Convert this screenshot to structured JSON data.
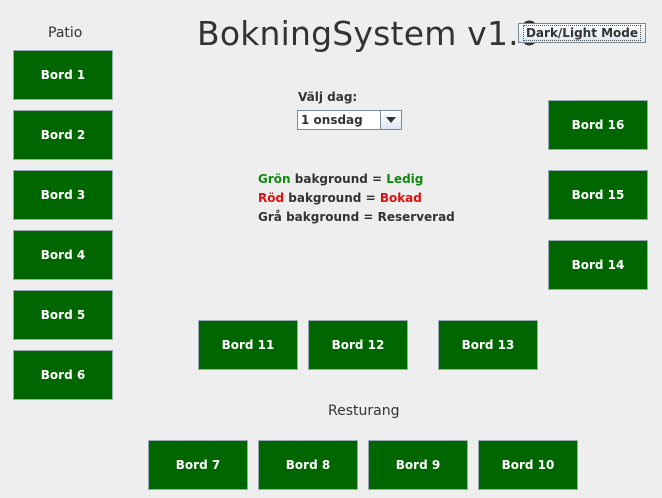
{
  "header": {
    "title": "BokningSystem v1.0",
    "mode_button_label": "Dark/Light Mode"
  },
  "sections": {
    "patio_label": "Patio",
    "restaurant_label": "Resturang"
  },
  "day_selector": {
    "label": "Välj dag:",
    "selected": "1 onsdag"
  },
  "legend": {
    "green": {
      "color_word": "Grön",
      "suffix": "bakground",
      "equals": "=",
      "status": "Ledig"
    },
    "red": {
      "color_word": "Röd",
      "suffix": "bakground",
      "equals": "=",
      "status": "Bokad"
    },
    "grey": {
      "color_word": "Grå",
      "suffix": "bakground",
      "equals": "=",
      "status": "Reserverad"
    }
  },
  "tables": [
    {
      "label": "Bord 1",
      "status": "Ledig"
    },
    {
      "label": "Bord 2",
      "status": "Ledig"
    },
    {
      "label": "Bord 3",
      "status": "Ledig"
    },
    {
      "label": "Bord 4",
      "status": "Ledig"
    },
    {
      "label": "Bord 5",
      "status": "Ledig"
    },
    {
      "label": "Bord 6",
      "status": "Ledig"
    },
    {
      "label": "Bord 7",
      "status": "Ledig"
    },
    {
      "label": "Bord 8",
      "status": "Ledig"
    },
    {
      "label": "Bord 9",
      "status": "Ledig"
    },
    {
      "label": "Bord 10",
      "status": "Ledig"
    },
    {
      "label": "Bord 11",
      "status": "Ledig"
    },
    {
      "label": "Bord 12",
      "status": "Ledig"
    },
    {
      "label": "Bord 13",
      "status": "Ledig"
    },
    {
      "label": "Bord 14",
      "status": "Ledig"
    },
    {
      "label": "Bord 15",
      "status": "Ledig"
    },
    {
      "label": "Bord 16",
      "status": "Ledig"
    }
  ],
  "colors": {
    "free": "#006600",
    "booked": "#dd1111",
    "reserved": "#888888",
    "background": "#eeeeee"
  }
}
